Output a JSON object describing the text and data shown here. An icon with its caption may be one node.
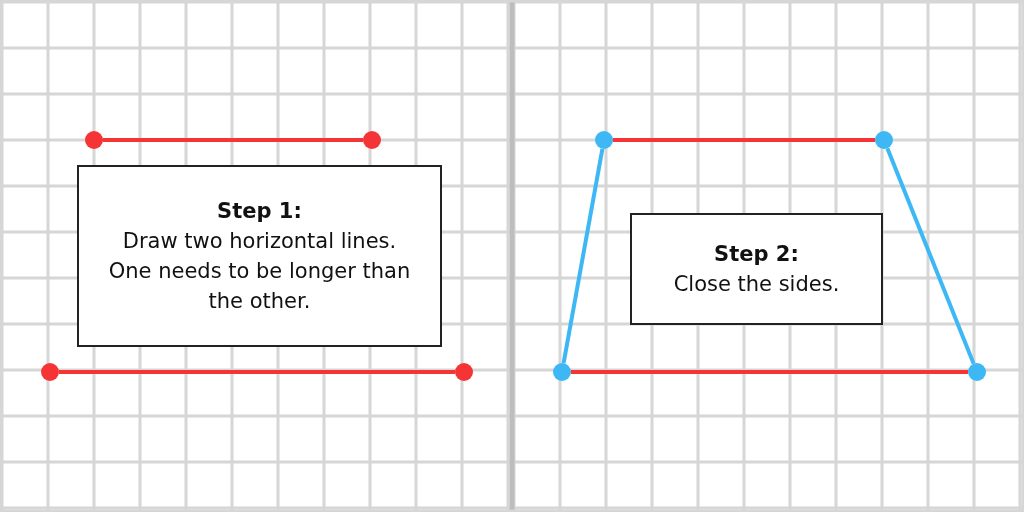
{
  "diagram": {
    "nodes": [
      {
        "text": [],
        "shape": "circle"
      },
      {
        "text": [],
        "shape": "circle"
      },
      {
        "text": [
          "Step 1:",
          "Draw two horizontal lines. One needs to be longer than the other."
        ]
      },
      {
        "text": [],
        "shape": "circle"
      },
      {
        "text": [],
        "shape": "circle"
      },
      {
        "text": [],
        "shape": "circle"
      },
      {
        "text": [],
        "shape": "circle"
      },
      {
        "text": [
          "Step 2:",
          "Close the sides."
        ]
      },
      {
        "text": [],
        "shape": "circle"
      },
      {
        "text": [],
        "shape": "circle"
      }
    ],
    "edges": [
      {
        "from": 0,
        "to": 1,
        "arrow": "none"
      },
      {
        "from": 3,
        "to": 4,
        "arrow": "none"
      },
      {
        "from": 5,
        "to": 6,
        "arrow": "none"
      },
      {
        "from": 8,
        "to": 9,
        "arrow": "none"
      },
      {
        "from": 5,
        "to": 8,
        "arrow": "none",
        "color": "#3db8f5"
      },
      {
        "from": 6,
        "to": 9,
        "arrow": "none",
        "color": "#3db8f5"
      }
    ]
  }
}
